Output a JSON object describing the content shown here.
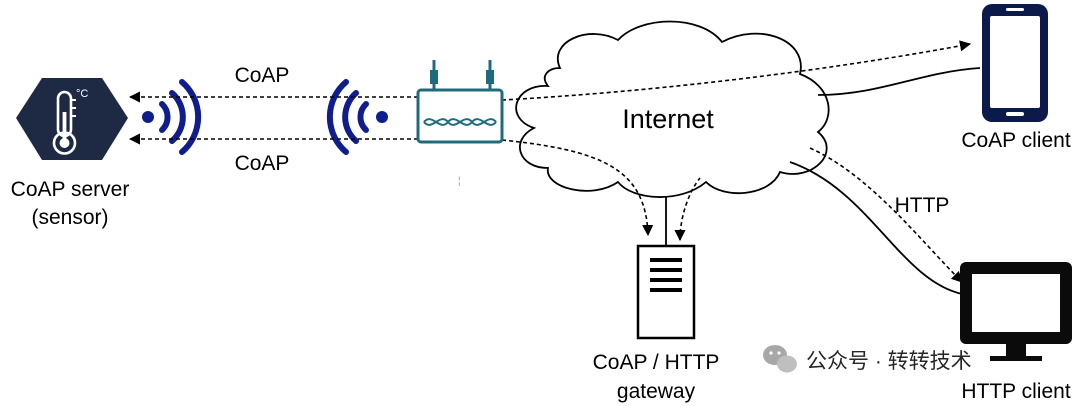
{
  "nodes": {
    "server": {
      "label_line1": "CoAP server",
      "label_line2": "(sensor)",
      "unit_symbol": "°C"
    },
    "internet": {
      "label": "Internet"
    },
    "coap_client": {
      "label": "CoAP client"
    },
    "gateway": {
      "label_line1": "CoAP / HTTP",
      "label_line2": "gateway"
    },
    "http_client": {
      "label": "HTTP client"
    }
  },
  "edges": {
    "coap_top": "CoAP",
    "coap_bottom": "CoAP",
    "http": "HTTP"
  },
  "watermark": {
    "text": "公众号 · 转转技术"
  },
  "colors": {
    "server_hex": "#1e2a44",
    "signal_blue": "#0f1e8c",
    "router_teal": "#1f6b7c",
    "phone_navy": "#0c1a4b",
    "monitor_black": "#0b0b0b"
  }
}
